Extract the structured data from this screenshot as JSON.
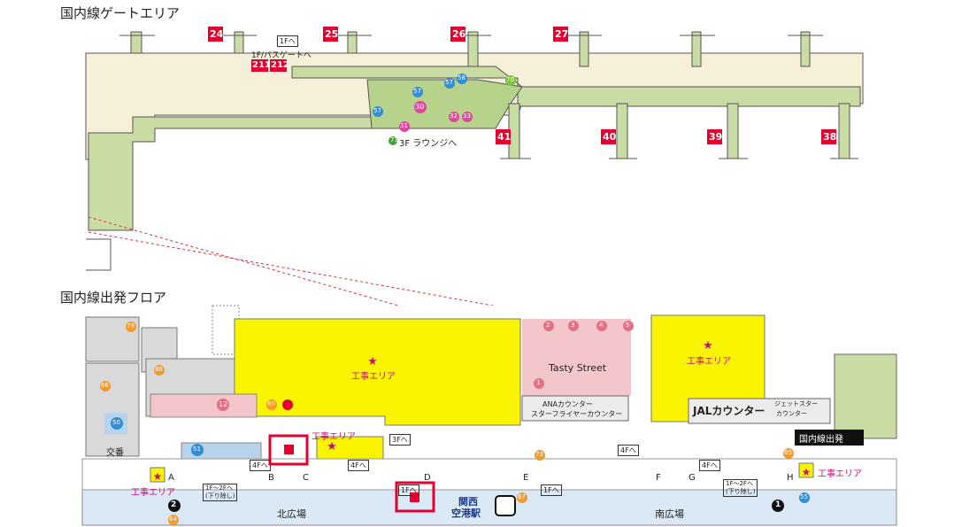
{
  "titles": {
    "gate_area": "国内線ゲートエリア",
    "departure_floor": "国内線出発フロア"
  },
  "colors": {
    "concourse_green": "#c9dca4",
    "construction_yellow": "#fbf400",
    "shop_pink": "#f3c6cc",
    "plaza_blue": "#dbe9f6",
    "gate_red": "#e2002e",
    "outline_gray": "#555555"
  },
  "gate_area": {
    "gates_top": [
      "24",
      "25",
      "26",
      "27"
    ],
    "gates_bottom": [
      "41",
      "40",
      "39",
      "38"
    ],
    "pair_gates": [
      "211",
      "212"
    ],
    "bus_gate_label": "1F/バスゲートへ",
    "to_1f": "1Fへ",
    "lounge_label": "3F ラウンジへ",
    "lounge_number": "71",
    "blue_markers": [
      "57",
      "58",
      "57"
    ],
    "green_markers": [
      "70"
    ],
    "magenta_markers": [
      "30",
      "32",
      "33",
      "31"
    ]
  },
  "departure_floor": {
    "shop_numbers": [
      "2",
      "3",
      "4",
      "5"
    ],
    "tasty_street": "Tasty Street",
    "shop_1": "1",
    "shop_12": "12",
    "shop_80": "80",
    "ana_counter": [
      "ANAカウンター",
      "スターフライヤーカウンター"
    ],
    "jal_counter": "JALカウンター",
    "jetstar_counter": [
      "ジェットスター",
      "カウンター"
    ],
    "construction": "工事エリア",
    "domestic_departure": "国内線出発",
    "koban": "交番",
    "north_plaza": "北広場",
    "south_plaza": "南広場",
    "kansai_station": [
      "関西",
      "空港駅"
    ],
    "parking_p2": "2",
    "parking_p1": "1",
    "door_labels": [
      "A",
      "B",
      "C",
      "D",
      "E",
      "F",
      "G",
      "H"
    ],
    "to_4f": "4Fへ",
    "to_3f": "3Fへ",
    "to_1f_b": "1Fへ",
    "to_1f_2f": [
      "1F～2Fへ",
      "(下り除し)"
    ],
    "orange_markers": [
      "79",
      "86",
      "66",
      "73",
      "67",
      "64",
      "85"
    ],
    "blue_markers": [
      "50",
      "51",
      "55"
    ]
  }
}
